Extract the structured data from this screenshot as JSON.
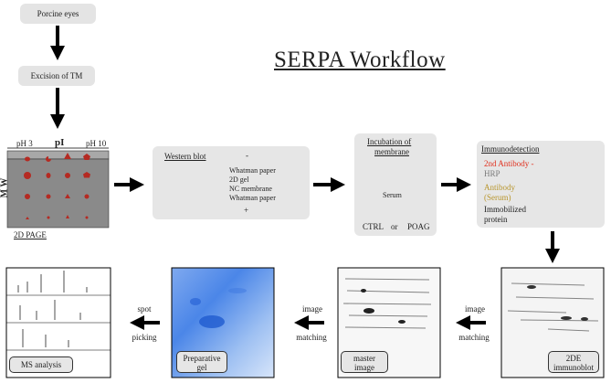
{
  "title": "SERPA Workflow",
  "steps": {
    "porcine_eyes": "Porcine eyes",
    "excision": "Excision of TM"
  },
  "gel": {
    "ph_left": "pH 3",
    "pi": "pI",
    "ph_right": "pH 10",
    "mw": "M W",
    "caption": "2D PAGE"
  },
  "western": {
    "title": "Western blot",
    "minus": "-",
    "plus": "+",
    "layers": [
      "Whatman paper",
      "2D gel",
      "NC membrane",
      "Whatman paper"
    ]
  },
  "incubation": {
    "title_line1": "Incubation of",
    "title_line2": "membrane",
    "serum": "Serum",
    "ctrl": "CTRL",
    "or": "or",
    "poag": "POAG"
  },
  "immuno": {
    "title": "Immunodetection",
    "second_antibody": "2nd Antibody -",
    "hrp": "HRP",
    "antibody": "Antibody",
    "serum": "(Serum)",
    "immobilized1": "Immobilized",
    "immobilized2": "protein"
  },
  "bottom": {
    "blot_caption1": "2DE",
    "blot_caption2": "immunoblot",
    "arrow1_line1": "image",
    "arrow1_line2": "matching",
    "master_caption1": "master",
    "master_caption2": "image",
    "arrow2_line1": "image",
    "arrow2_line2": "matching",
    "prep_caption1": "Preparative",
    "prep_caption2": "gel",
    "arrow3_line1": "spot",
    "arrow3_line2": "picking",
    "ms_caption": "MS analysis"
  },
  "colors": {
    "arrow": "#000000",
    "box_bg": "#e4e4e4",
    "gel_bg": "#8a8a8a",
    "spot": "#b52a22",
    "second_antibody": "#e0301e",
    "hrp": "#7a7a7a",
    "antibody": "#b8962e",
    "serum_tube": "#d9961f",
    "prep_gel": "#2c6fe0"
  }
}
